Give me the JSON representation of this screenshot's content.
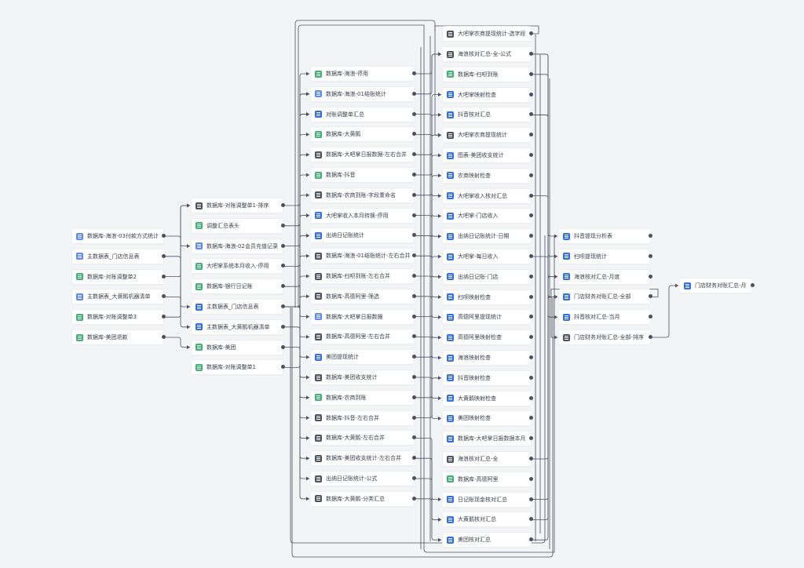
{
  "diagram": {
    "type": "data-lineage",
    "colors": {
      "background": "#f3f4f6",
      "node": "#ffffff",
      "edge": "#4a5161",
      "icon_sheet": "#3cb371",
      "icon_table": "#2f6fe0",
      "icon_dataset": "#5b8bf0",
      "icon_merge": "#4a5161"
    },
    "nodes": [
      {
        "id": "n1",
        "label": "数据库-海浪-03付款方式统计",
        "icon": "dataset-icon"
      },
      {
        "id": "n2",
        "label": "主数据表_门店信息表",
        "icon": "dataset-icon"
      },
      {
        "id": "n3",
        "label": "数据库-对账调整单2",
        "icon": "sheet-icon"
      },
      {
        "id": "n4",
        "label": "主数据表_大黄鹅机器清单",
        "icon": "dataset-icon"
      },
      {
        "id": "n5",
        "label": "数据库-对账调整单3",
        "icon": "sheet-icon"
      },
      {
        "id": "n6",
        "label": "数据库-美团退款",
        "icon": "sheet-icon"
      },
      {
        "id": "m1",
        "label": "数据库-对账调整单1-排序",
        "icon": "merge-icon"
      },
      {
        "id": "m2",
        "label": "调整汇总表头",
        "icon": "sheet-icon"
      },
      {
        "id": "m3",
        "label": "数据库-海浪-02会员充值记录",
        "icon": "dataset-icon"
      },
      {
        "id": "m4",
        "label": "大吧掌系统本月收入-停用",
        "icon": "sheet-icon"
      },
      {
        "id": "m5",
        "label": "数据库-银行日记账",
        "icon": "sheet-icon"
      },
      {
        "id": "m6",
        "label": "主数据表_门店信息表",
        "icon": "table-icon"
      },
      {
        "id": "m7",
        "label": "主数据表_大黄鹅机器清单",
        "icon": "table-icon"
      },
      {
        "id": "m8",
        "label": "数据库-美团",
        "icon": "sheet-icon"
      },
      {
        "id": "m9",
        "label": "数据库-对账调整单1",
        "icon": "sheet-icon"
      },
      {
        "id": "c1",
        "label": "数据库-海浪-停用",
        "icon": "sheet-icon"
      },
      {
        "id": "c2",
        "label": "数据库-海浪-01结账统计",
        "icon": "dataset-icon"
      },
      {
        "id": "c3",
        "label": "对账调整单汇总",
        "icon": "table-icon"
      },
      {
        "id": "c4",
        "label": "数据库-大黄鹅",
        "icon": "sheet-icon"
      },
      {
        "id": "c5",
        "label": "数据库-大吧掌日报数据-左右合并",
        "icon": "merge-icon"
      },
      {
        "id": "c6",
        "label": "数据库-抖音",
        "icon": "sheet-icon"
      },
      {
        "id": "c7",
        "label": "数据库-农商到账-字段重命名",
        "icon": "merge-icon"
      },
      {
        "id": "c8",
        "label": "大吧掌收入本月转换-停用",
        "icon": "table-icon"
      },
      {
        "id": "c9",
        "label": "出纳日记账统计",
        "icon": "table-icon"
      },
      {
        "id": "c10",
        "label": "数据库-海浪-01结账统计-左右合并",
        "icon": "merge-icon"
      },
      {
        "id": "c11",
        "label": "数据库-扫呗到账-左右合并",
        "icon": "merge-icon"
      },
      {
        "id": "c12",
        "label": "数据库-高德阿里-筛选",
        "icon": "merge-icon"
      },
      {
        "id": "c13",
        "label": "数据库-大吧掌日报数据",
        "icon": "dataset-icon"
      },
      {
        "id": "c14",
        "label": "数据库-高德阿里-左右合并",
        "icon": "merge-icon"
      },
      {
        "id": "c15",
        "label": "美团提现统计",
        "icon": "table-icon"
      },
      {
        "id": "c16",
        "label": "数据库-美团收支统计",
        "icon": "merge-icon"
      },
      {
        "id": "c17",
        "label": "数据库-农商到账",
        "icon": "sheet-icon"
      },
      {
        "id": "c18",
        "label": "数据库-抖音-左右合并",
        "icon": "merge-icon"
      },
      {
        "id": "c19",
        "label": "数据库-大黄鹅-左右合并",
        "icon": "merge-icon"
      },
      {
        "id": "c20",
        "label": "数据库-美团收支统计-左右合并",
        "icon": "merge-icon"
      },
      {
        "id": "c21",
        "label": "出纳日记账统计-公式",
        "icon": "merge-icon"
      },
      {
        "id": "c22",
        "label": "数据库-大黄鹅-分类汇总",
        "icon": "merge-icon"
      },
      {
        "id": "d0",
        "label": "大吧掌农商提现统计-选字段",
        "icon": "merge-icon"
      },
      {
        "id": "d1",
        "label": "海浪核对汇总-全-公式",
        "icon": "merge-icon"
      },
      {
        "id": "d2",
        "label": "数据库-扫呗到账",
        "icon": "sheet-icon"
      },
      {
        "id": "d3",
        "label": "大吧掌映射检查",
        "icon": "table-icon"
      },
      {
        "id": "d4",
        "label": "抖音核对汇总",
        "icon": "table-icon"
      },
      {
        "id": "d5",
        "label": "大吧掌农商提现统计",
        "icon": "merge-icon"
      },
      {
        "id": "d6",
        "label": "图表-美团收支统计",
        "icon": "table-icon"
      },
      {
        "id": "d7",
        "label": "农商映射检查",
        "icon": "table-icon"
      },
      {
        "id": "d8",
        "label": "大吧掌收入核对汇总",
        "icon": "table-icon"
      },
      {
        "id": "d9",
        "label": "大吧掌-门店收入",
        "icon": "table-icon"
      },
      {
        "id": "d10",
        "label": "出纳日记账统计-日期",
        "icon": "table-icon"
      },
      {
        "id": "d11",
        "label": "大吧掌-每日收入",
        "icon": "table-icon"
      },
      {
        "id": "d12",
        "label": "出纳日记账-门店",
        "icon": "table-icon"
      },
      {
        "id": "d13",
        "label": "扫呗映射检查",
        "icon": "table-icon"
      },
      {
        "id": "d14",
        "label": "高德阿里提现统计",
        "icon": "table-icon"
      },
      {
        "id": "d15",
        "label": "高德阿里映射检查",
        "icon": "table-icon"
      },
      {
        "id": "d16",
        "label": "海浪映射检查",
        "icon": "table-icon"
      },
      {
        "id": "d17",
        "label": "抖音映射检查",
        "icon": "table-icon"
      },
      {
        "id": "d18",
        "label": "大黄鹅映射检查",
        "icon": "table-icon"
      },
      {
        "id": "d19",
        "label": "美团映射检查",
        "icon": "table-icon"
      },
      {
        "id": "d20",
        "label": "数据库-大吧掌日报数据本月",
        "icon": "table-icon"
      },
      {
        "id": "d21",
        "label": "海浪核对汇总-全",
        "icon": "merge-icon"
      },
      {
        "id": "d22",
        "label": "数据库-高德阿里",
        "icon": "sheet-icon"
      },
      {
        "id": "d23",
        "label": "日记账现金核对汇总",
        "icon": "table-icon"
      },
      {
        "id": "d24",
        "label": "大黄鹅核对汇总",
        "icon": "table-icon"
      },
      {
        "id": "d25",
        "label": "美团核对汇总",
        "icon": "table-icon"
      },
      {
        "id": "e1",
        "label": "抖音提现分析表",
        "icon": "table-icon"
      },
      {
        "id": "e2",
        "label": "扫呗提现统计",
        "icon": "table-icon"
      },
      {
        "id": "e3",
        "label": "海浪核对汇总-月度",
        "icon": "table-icon"
      },
      {
        "id": "e4",
        "label": "门店财务对账汇总-全部",
        "icon": "table-icon"
      },
      {
        "id": "e5",
        "label": "抖音核对汇总-当月",
        "icon": "table-icon"
      },
      {
        "id": "e6",
        "label": "门店财务对账汇总-全部-排序",
        "icon": "merge-icon"
      },
      {
        "id": "f1",
        "label": "门店财务对账汇总-月",
        "icon": "table-icon"
      }
    ],
    "edges": [
      [
        "n1",
        "m3"
      ],
      [
        "n2",
        "m6"
      ],
      [
        "n3",
        "m1"
      ],
      [
        "n4",
        "m7"
      ],
      [
        "n5",
        "m1"
      ],
      [
        "n6",
        "m8"
      ],
      [
        "m1",
        "c3"
      ],
      [
        "m2",
        "c3"
      ],
      [
        "m3",
        "c2"
      ],
      [
        "m4",
        "c8"
      ],
      [
        "m5",
        "c9"
      ],
      [
        "m6",
        "c1"
      ],
      [
        "m6",
        "c2"
      ],
      [
        "m6",
        "c3"
      ],
      [
        "m6",
        "c4"
      ],
      [
        "m6",
        "c5"
      ],
      [
        "m6",
        "c6"
      ],
      [
        "m6",
        "c7"
      ],
      [
        "m6",
        "c8"
      ],
      [
        "m6",
        "c9"
      ],
      [
        "m6",
        "c10"
      ],
      [
        "m6",
        "c11"
      ],
      [
        "m6",
        "c12"
      ],
      [
        "m6",
        "c13"
      ],
      [
        "m6",
        "c14"
      ],
      [
        "m6",
        "c15"
      ],
      [
        "m6",
        "c16"
      ],
      [
        "m6",
        "c17"
      ],
      [
        "m6",
        "c18"
      ],
      [
        "m6",
        "c19"
      ],
      [
        "m6",
        "c20"
      ],
      [
        "m6",
        "c21"
      ],
      [
        "m6",
        "c22"
      ],
      [
        "m7",
        "c19"
      ],
      [
        "m8",
        "c16"
      ],
      [
        "m9",
        "c3"
      ],
      [
        "c1",
        "d1"
      ],
      [
        "c2",
        "d1"
      ],
      [
        "c3",
        "d8"
      ],
      [
        "c4",
        "d18"
      ],
      [
        "c5",
        "d3"
      ],
      [
        "c6",
        "d4"
      ],
      [
        "c7",
        "d7"
      ],
      [
        "c8",
        "d9"
      ],
      [
        "c9",
        "d10"
      ],
      [
        "c9",
        "d12"
      ],
      [
        "c10",
        "d16"
      ],
      [
        "c11",
        "d13"
      ],
      [
        "c12",
        "d14"
      ],
      [
        "c13",
        "d11"
      ],
      [
        "c14",
        "d15"
      ],
      [
        "c15",
        "d6"
      ],
      [
        "c16",
        "d19"
      ],
      [
        "c17",
        "d5"
      ],
      [
        "c18",
        "d17"
      ],
      [
        "c19",
        "d24"
      ],
      [
        "c20",
        "d25"
      ],
      [
        "c21",
        "d23"
      ],
      [
        "c22",
        "d24"
      ],
      [
        "d0",
        "d5"
      ],
      [
        "d1",
        "e3"
      ],
      [
        "d2",
        "e2"
      ],
      [
        "d4",
        "e1"
      ],
      [
        "d4",
        "e5"
      ],
      [
        "d8",
        "e4"
      ],
      [
        "d21",
        "e3"
      ],
      [
        "d23",
        "e4"
      ],
      [
        "d24",
        "e4"
      ],
      [
        "d25",
        "e4"
      ],
      [
        "d11",
        "e4"
      ],
      [
        "d4",
        "e4"
      ],
      [
        "d1",
        "e4"
      ],
      [
        "e4",
        "e6"
      ],
      [
        "e6",
        "f1"
      ]
    ]
  }
}
